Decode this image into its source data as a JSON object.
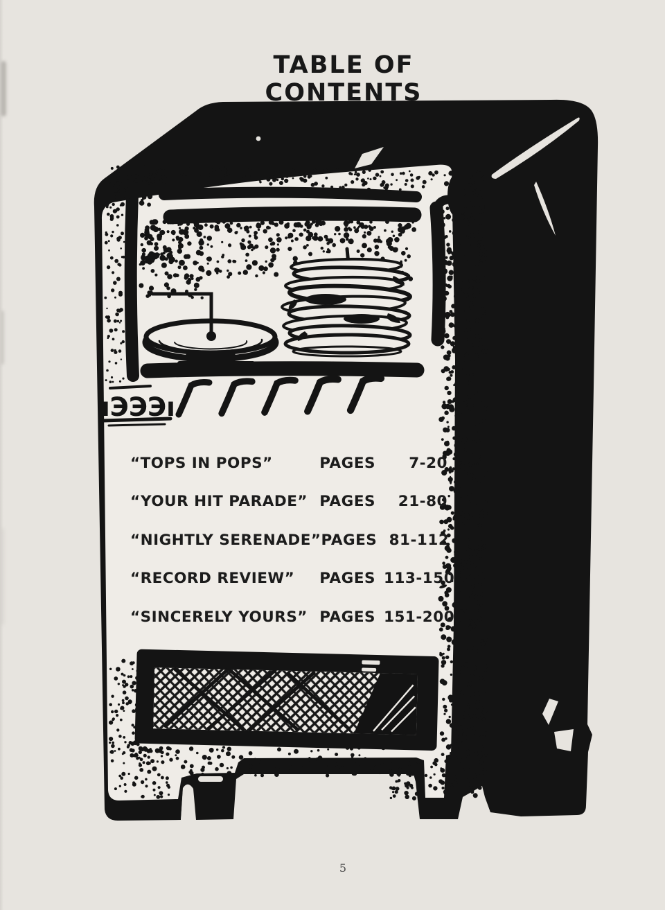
{
  "page": {
    "title": "TABLE OF CONTENTS",
    "page_number": "5",
    "ink_color": "#141414",
    "paper_color": "#e7e4df",
    "face_color": "#efece7"
  },
  "toc": {
    "pages_label": "PAGES",
    "entries": [
      {
        "title": "“TOPS IN POPS”",
        "range": "7-20"
      },
      {
        "title": "“YOUR HIT PARADE”",
        "range": "21-80"
      },
      {
        "title": "“NIGHTLY SERENADE”",
        "range": "81-112"
      },
      {
        "title": "“RECORD REVIEW”",
        "range": "113-150"
      },
      {
        "title": "“SINCERELY YOURS”",
        "range": "151-200"
      }
    ]
  },
  "illustration": {
    "name": "record-changer-jukebox-drawing",
    "emblem_text": "ıЭЭЭı"
  }
}
